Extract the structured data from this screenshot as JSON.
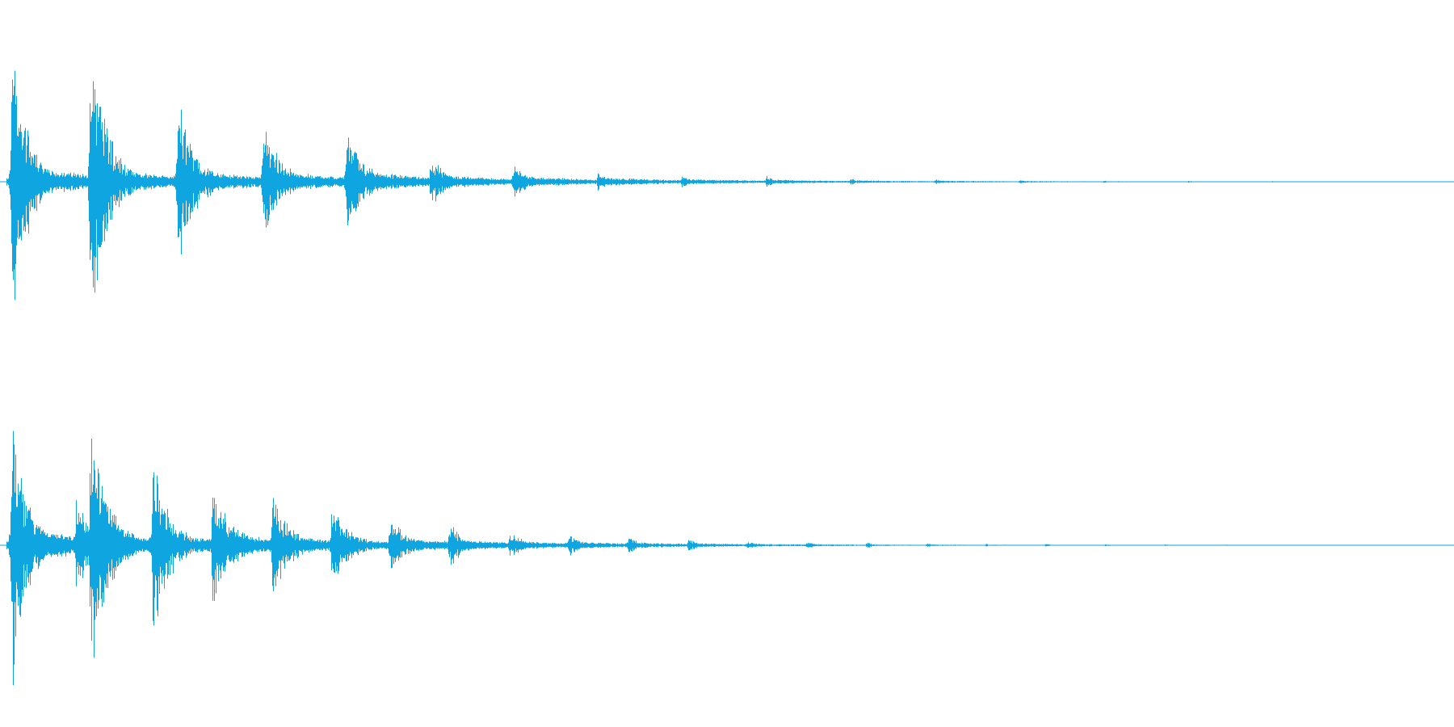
{
  "waveform": {
    "color": "#0ea5e0",
    "channels": [
      {
        "name": "channel-top",
        "noise_floor": 0.03,
        "bursts": [
          {
            "t": 0.008,
            "amp": 1.0,
            "body": 0.12,
            "decay": 0.01
          },
          {
            "t": 0.062,
            "amp": 0.96,
            "body": 0.1,
            "decay": 0.012
          },
          {
            "t": 0.122,
            "amp": 0.58,
            "body": 0.09,
            "decay": 0.012
          },
          {
            "t": 0.181,
            "amp": 0.39,
            "body": 0.08,
            "decay": 0.012
          },
          {
            "t": 0.238,
            "amp": 0.35,
            "body": 0.08,
            "decay": 0.012
          },
          {
            "t": 0.296,
            "amp": 0.18,
            "body": 0.05,
            "decay": 0.01
          },
          {
            "t": 0.353,
            "amp": 0.14,
            "body": 0.04,
            "decay": 0.008
          },
          {
            "t": 0.411,
            "amp": 0.07,
            "body": 0.03,
            "decay": 0.006
          },
          {
            "t": 0.469,
            "amp": 0.05,
            "body": 0.02,
            "decay": 0.006
          },
          {
            "t": 0.527,
            "amp": 0.04,
            "body": 0.015,
            "decay": 0.005
          },
          {
            "t": 0.585,
            "amp": 0.025,
            "body": 0.01,
            "decay": 0.004
          },
          {
            "t": 0.643,
            "amp": 0.02,
            "body": 0.008,
            "decay": 0.004
          },
          {
            "t": 0.701,
            "amp": 0.015,
            "body": 0.006,
            "decay": 0.004
          },
          {
            "t": 0.759,
            "amp": 0.01,
            "body": 0.004,
            "decay": 0.004
          },
          {
            "t": 0.817,
            "amp": 0.008,
            "body": 0.003,
            "decay": 0.004
          },
          {
            "t": 0.875,
            "amp": 0.006,
            "body": 0.002,
            "decay": 0.004
          },
          {
            "t": 0.933,
            "amp": 0.004,
            "body": 0.002,
            "decay": 0.004
          }
        ]
      },
      {
        "name": "channel-bottom",
        "noise_floor": 0.03,
        "bursts": [
          {
            "t": 0.008,
            "amp": 1.0,
            "body": 0.13,
            "decay": 0.01
          },
          {
            "t": 0.052,
            "amp": 0.3,
            "body": 0.1,
            "decay": 0.012
          },
          {
            "t": 0.062,
            "amp": 0.9,
            "body": 0.1,
            "decay": 0.012
          },
          {
            "t": 0.105,
            "amp": 0.6,
            "body": 0.08,
            "decay": 0.012
          },
          {
            "t": 0.146,
            "amp": 0.4,
            "body": 0.09,
            "decay": 0.014
          },
          {
            "t": 0.187,
            "amp": 0.37,
            "body": 0.07,
            "decay": 0.012
          },
          {
            "t": 0.228,
            "amp": 0.3,
            "body": 0.05,
            "decay": 0.012
          },
          {
            "t": 0.268,
            "amp": 0.2,
            "body": 0.05,
            "decay": 0.012
          },
          {
            "t": 0.309,
            "amp": 0.15,
            "body": 0.04,
            "decay": 0.01
          },
          {
            "t": 0.35,
            "amp": 0.1,
            "body": 0.03,
            "decay": 0.01
          },
          {
            "t": 0.391,
            "amp": 0.08,
            "body": 0.025,
            "decay": 0.008
          },
          {
            "t": 0.432,
            "amp": 0.06,
            "body": 0.02,
            "decay": 0.008
          },
          {
            "t": 0.473,
            "amp": 0.05,
            "body": 0.015,
            "decay": 0.006
          },
          {
            "t": 0.514,
            "amp": 0.03,
            "body": 0.01,
            "decay": 0.006
          },
          {
            "t": 0.555,
            "amp": 0.025,
            "body": 0.008,
            "decay": 0.005
          },
          {
            "t": 0.596,
            "amp": 0.02,
            "body": 0.006,
            "decay": 0.005
          },
          {
            "t": 0.637,
            "amp": 0.015,
            "body": 0.005,
            "decay": 0.005
          },
          {
            "t": 0.678,
            "amp": 0.012,
            "body": 0.004,
            "decay": 0.004
          },
          {
            "t": 0.719,
            "amp": 0.01,
            "body": 0.003,
            "decay": 0.004
          },
          {
            "t": 0.76,
            "amp": 0.008,
            "body": 0.002,
            "decay": 0.004
          },
          {
            "t": 0.801,
            "amp": 0.006,
            "body": 0.002,
            "decay": 0.004
          },
          {
            "t": 0.842,
            "amp": 0.005,
            "body": 0.002,
            "decay": 0.004
          },
          {
            "t": 0.883,
            "amp": 0.004,
            "body": 0.002,
            "decay": 0.004
          }
        ]
      }
    ]
  }
}
